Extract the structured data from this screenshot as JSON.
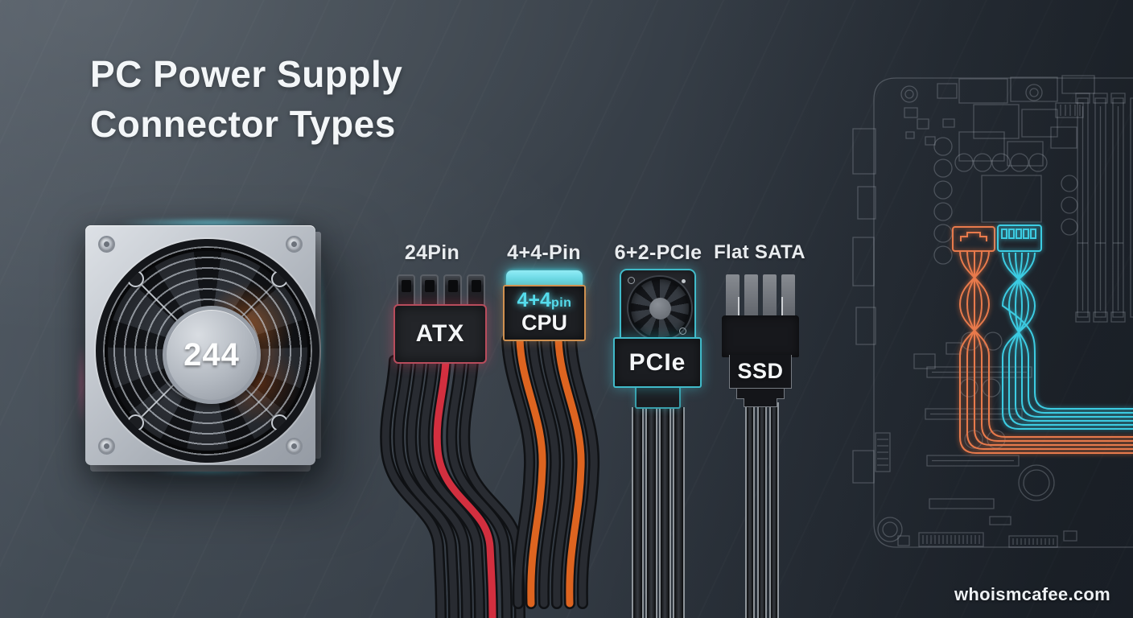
{
  "title": {
    "line1": "PC Power Supply",
    "line2": "Connector Types"
  },
  "psu": {
    "fan_center_label": "244"
  },
  "connectors": [
    {
      "id": "atx",
      "top_label": "24Pin",
      "body_label": "ATX",
      "glow_color": "#e4506a",
      "cable_colors": [
        "#282b31",
        "#d22f3f"
      ]
    },
    {
      "id": "cpu",
      "top_label": "4+4-Pin",
      "inner_label_main": "4+4",
      "inner_label_small": "pin",
      "body_label": "CPU",
      "cap_color": "#49d7e4",
      "border_color": "#cf9050",
      "cable_colors": [
        "#282b31",
        "#dd6420"
      ]
    },
    {
      "id": "pcie",
      "top_label": "6+2-PCIe",
      "body_label": "PCIe",
      "glow_color": "#46d6e6"
    },
    {
      "id": "sata",
      "top_label": "Flat SATA",
      "body_label": "SSD"
    }
  ],
  "motherboard": {
    "wire_orange": "#e87a4c",
    "wire_cyan": "#3ccce2",
    "line_color": "#aeb7c0"
  },
  "watermark": {
    "text": "whoismcafee.com"
  },
  "background": {
    "light": "#4e5761",
    "base": "#39414a",
    "dark": "#232932"
  }
}
